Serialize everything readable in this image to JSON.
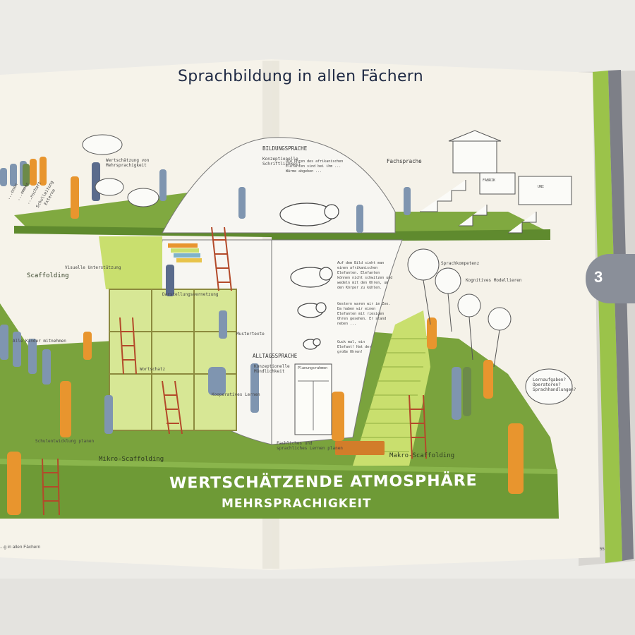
{
  "title": "Sprachbildung in allen Fächern",
  "base_lines": [
    "WERTSCHÄTZENDE ATMOSPHÄRE",
    "MEHRSPRACHIGKEIT"
  ],
  "labels": {
    "scaffolding": "Scaffolding",
    "visuelle": "Visuelle Unterstützung",
    "darstellung": "Darstellungsvernetzung",
    "mustertexte": "Mustertexte",
    "wortschatz": "Wortschatz",
    "kooperatives": "Kooperatives Lernen",
    "mikro": "Mikro-Scaffolding",
    "makro": "Makro-Scaffolding",
    "fachliches": "Fachliches und sprachliches Lernen planen",
    "schulentwicklung": "Schulentwicklung planen",
    "alle_kinder": "Alle Kinder mitnehmen",
    "wertschaetzung": "Wertschätzung von Mehrsprachigkeit",
    "bildungssprache": "BILDUNGSPRACHE",
    "konz_schriftl": "Konzeptionelle Schriftlichkeit",
    "alltagssprache": "ALLTAGSSPRACHE",
    "konz_muendl": "Konzeptionelle Mündlichkeit",
    "fachsprache": "Fachsprache",
    "sprachkompetenz": "Sprachkompetenz",
    "kognitives": "Kognitives Modellieren",
    "lernaufgaben": "Lernaufgaben? Operatoren? Sprachhandlungen?",
    "planungsrahmen": "Planungsrahmen",
    "left_words": [
      "...onen",
      "...ommen",
      "...nschaft",
      "Schulleitung",
      "Externe"
    ],
    "fabrik": "FABRIK",
    "uni": "UNI"
  },
  "elephant_texts": {
    "top": "Die Ohren des afrikanischen Elefanten sind bei ihm ... Wärme abgeben ...",
    "mid": "Auf dem Bild sieht man einen afrikanischen Elefanten. Elefanten können nicht schwitzen und wedeln mit den Ohren, um den Körper zu kühlen.",
    "lower": "Gestern waren wir im Zoo. Da haben wir einen Elefanten mit riesigen Ohren gesehen. Er stand neben ...",
    "small": "Guck mal, ein Elefant! Hat der große Ohren!"
  },
  "chapter_number": "3",
  "footer_left": "...g in allen Fächern",
  "footer_right": "55",
  "colors": {
    "page": "#f4f1e8",
    "grass": "#7ea33f",
    "grass_dark": "#5f8a2e",
    "lime": "#c9df6e",
    "orange": "#e8952e",
    "blue_grey": "#7f95b0",
    "tab": "#8a8f99"
  }
}
